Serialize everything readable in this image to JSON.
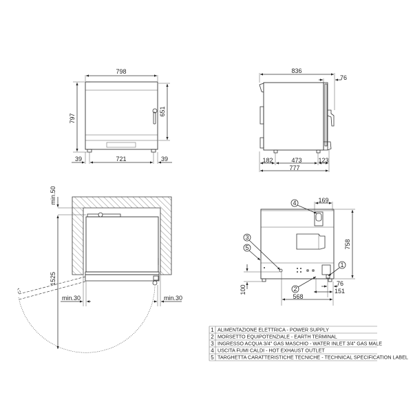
{
  "front_view": {
    "width_total": "798",
    "height_total": "797",
    "door_height": "651",
    "foot_left_offset": "39",
    "foot_span": "721",
    "foot_right_offset": "39"
  },
  "side_view": {
    "depth_total": "836",
    "door_depth": "76",
    "rear_offset": "182",
    "feet_span": "473",
    "front_offset": "123",
    "base_depth": "777"
  },
  "plan_view": {
    "rear_clearance": "min.50",
    "door_swing_depth": "1525",
    "left_clearance": "min.30",
    "right_clearance": "min.30"
  },
  "rear_view": {
    "callouts": [
      "1",
      "2",
      "3",
      "4",
      "5"
    ],
    "exhaust_width": "169",
    "height": "758",
    "water_height": "100",
    "power_offset": "76",
    "earth_offset": "151",
    "water_offset": "568"
  },
  "legend": {
    "rows": [
      {
        "num": "1",
        "text": "ALIMENTAZIONE ELETTRICA - POWER SUPPLY"
      },
      {
        "num": "2",
        "text": "MORSETTO EQUIPOTENZIALE - EARTH TERMINAL"
      },
      {
        "num": "3",
        "text": "INGRESSO ACQUA 3/4\" GAS MASCHIO - WATER INLET 3/4\" GAS MALE"
      },
      {
        "num": "4",
        "text": "USCITA FUMI CALDI - HOT EXHAUST OUTLET"
      },
      {
        "num": "5",
        "text": "TARGHETTA CARATTERISTICHE TECNICHE - TECHNICAL SPECIFICATION LABEL"
      }
    ]
  }
}
